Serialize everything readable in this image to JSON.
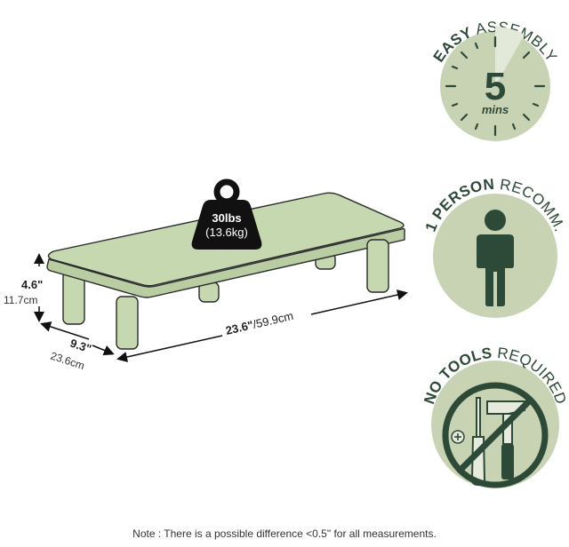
{
  "product": {
    "weight_capacity": "30lbs",
    "weight_capacity_metric": "(13.6kg)",
    "height": "4.6\"",
    "height_metric": "11.7cm",
    "depth": "9.3\"",
    "depth_metric": "23.6cm",
    "width": "23.6\"",
    "width_metric": "/59.9cm"
  },
  "badges": [
    {
      "arc_bold": "EASY",
      "arc_rest": " ASSEMBLY",
      "number": "5",
      "unit": "mins",
      "icon": "clock-icon"
    },
    {
      "arc_bold": "1 PERSON",
      "arc_rest": " RECOMM.",
      "icon": "person-icon"
    },
    {
      "arc_bold": "NO TOOLS",
      "arc_rest": " REQUIRED",
      "icon": "no-tools-icon"
    }
  ],
  "note": "Note : There is a possible difference <0.5\" for all measurements.",
  "colors": {
    "circle_fill": "#c7d3b3",
    "dark_green": "#2d4a38",
    "product_green": "#c5d8b0",
    "outline": "#2a2a2a",
    "weight_black": "#111111"
  }
}
